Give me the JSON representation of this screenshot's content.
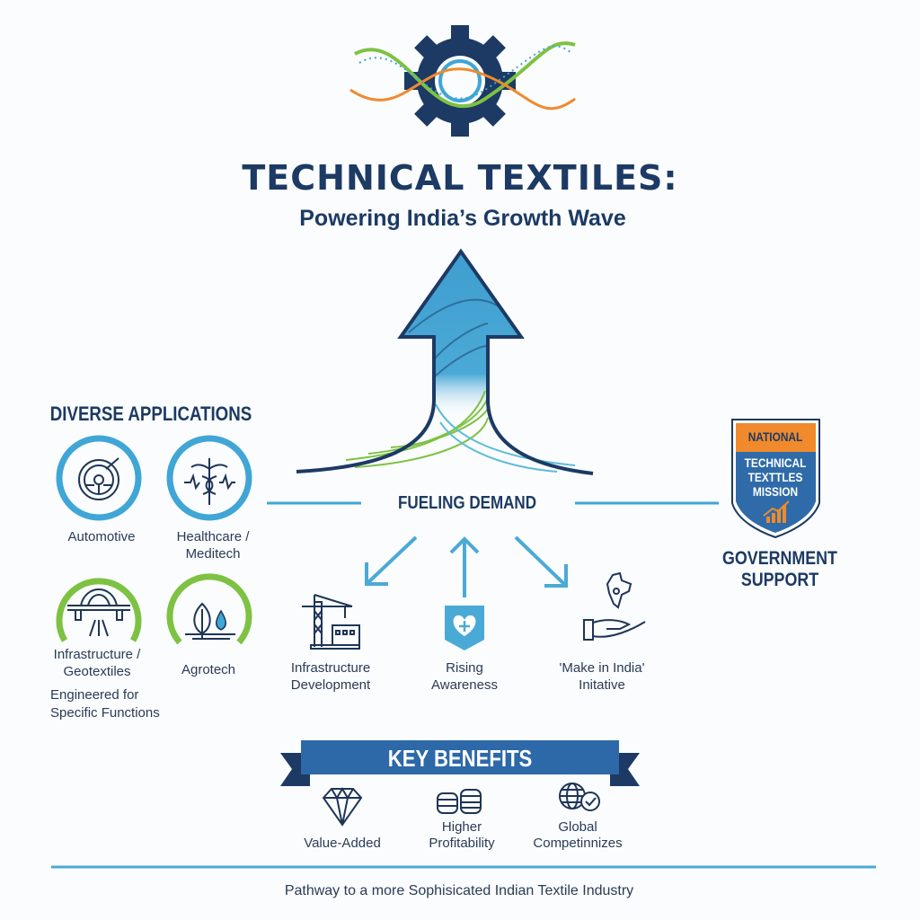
{
  "header": {
    "title": "TECHNICAL TEXTILES:",
    "subtitle": "Powering India’s Growth Wave",
    "logo_icon": "gear-wave-icon"
  },
  "applications": {
    "heading": "DIVERSE APPLICATIONS",
    "items": [
      {
        "label": "Automotive",
        "icon": "steering-wheel-icon"
      },
      {
        "label": "Healthcare / Meditech",
        "line1": "Healthcare /",
        "line2": "Meditech",
        "icon": "caduceus-icon"
      },
      {
        "label": "Infrastructure / Geotextiles",
        "line1": "Infrastructure /",
        "line2": "Geotextiles",
        "icon": "bridge-road-icon"
      },
      {
        "label": "Agrotech",
        "icon": "leaf-drop-icon"
      }
    ],
    "note_line1": "Engineered for",
    "note_line2": "Specific Functions"
  },
  "demand": {
    "heading": "FUELING DEMAND",
    "drivers": [
      {
        "line1": "Infrastructure",
        "line2": "Development",
        "icon": "crane-icon"
      },
      {
        "line1": "Rising",
        "line2": "Awareness",
        "icon": "heart-shield-icon"
      },
      {
        "line1": "'Make in India'",
        "line2": "Initative",
        "icon": "hand-india-icon"
      }
    ]
  },
  "government": {
    "badge_top": "NATIONAL",
    "badge_line1": "TECHNICAL",
    "badge_line2": "TEXTTLES",
    "badge_line3": "MISSION",
    "label_line1": "GOVERNMENT",
    "label_line2": "SUPPORT"
  },
  "benefits": {
    "heading": "KEY BENEFITS",
    "items": [
      {
        "line1": "",
        "line2": "Value-Added",
        "icon": "diamond-icon"
      },
      {
        "line1": "Higher",
        "line2": "Profitability",
        "icon": "coins-icon"
      },
      {
        "line1": "Global",
        "line2": "Competinnizes",
        "icon": "globe-check-icon"
      }
    ]
  },
  "footer": {
    "text": "Pathway to a more Sophisicated Indian Textile Industry"
  },
  "colors": {
    "navy": "#1c3a64",
    "blue": "#3fa6d6",
    "green": "#7dc243",
    "orange": "#f08a2c"
  }
}
